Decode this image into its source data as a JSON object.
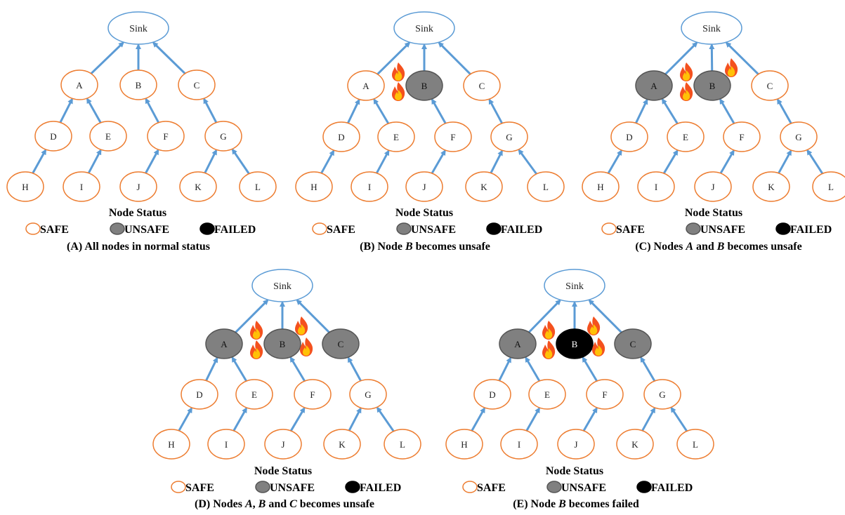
{
  "sink_label": "Sink",
  "colors": {
    "safe_stroke": "#ed7d31",
    "sink_stroke": "#5b9bd5",
    "edge": "#5b9bd5",
    "unsafe_fill": "#808080",
    "failed_fill": "#000000"
  },
  "legend": {
    "title": "Node Status",
    "safe": "SAFE",
    "unsafe": "UNSAFE",
    "failed": "FAILED"
  },
  "panels": [
    {
      "id": "A",
      "caption_parts": [
        {
          "t": "(A) All nodes in normal status",
          "i": false
        }
      ],
      "status": {}
    },
    {
      "id": "B",
      "caption_parts": [
        {
          "t": "(B) Node ",
          "i": false
        },
        {
          "t": "B",
          "i": true
        },
        {
          "t": " becomes unsafe",
          "i": false
        }
      ],
      "status": {
        "B": "unsafe"
      }
    },
    {
      "id": "C",
      "caption_parts": [
        {
          "t": "(C) Nodes ",
          "i": false
        },
        {
          "t": "A",
          "i": true
        },
        {
          "t": " and ",
          "i": false
        },
        {
          "t": "B",
          "i": true
        },
        {
          "t": " becomes unsafe",
          "i": false
        }
      ],
      "status": {
        "A": "unsafe",
        "B": "unsafe"
      }
    },
    {
      "id": "D",
      "caption_parts": [
        {
          "t": "(D) Nodes ",
          "i": false
        },
        {
          "t": "A",
          "i": true
        },
        {
          "t": ", ",
          "i": false
        },
        {
          "t": "B",
          "i": true
        },
        {
          "t": " and ",
          "i": false
        },
        {
          "t": "C",
          "i": true
        },
        {
          "t": " becomes unsafe",
          "i": false
        }
      ],
      "status": {
        "A": "unsafe",
        "B": "unsafe",
        "C": "unsafe"
      }
    },
    {
      "id": "E",
      "caption_parts": [
        {
          "t": "(E) Node ",
          "i": false
        },
        {
          "t": "B",
          "i": true
        },
        {
          "t": " becomes failed",
          "i": false
        }
      ],
      "status": {
        "A": "unsafe",
        "B": "failed",
        "C": "unsafe"
      }
    }
  ]
}
